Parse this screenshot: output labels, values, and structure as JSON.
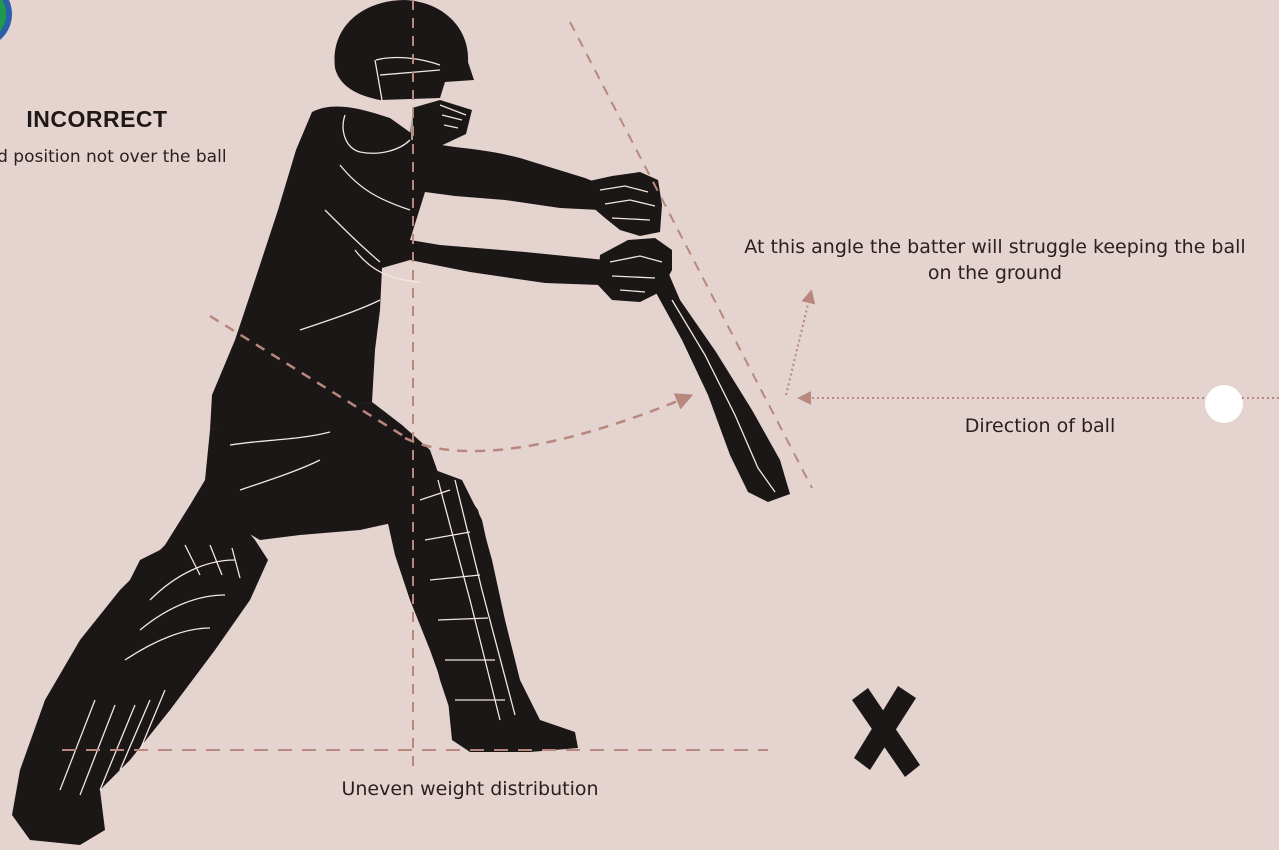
{
  "verdict": {
    "title": "INCORRECT",
    "description": "Head position not over the ball"
  },
  "annotations": {
    "bat_angle": "At this angle the batter will struggle keeping the ball on the ground",
    "ball_direction": "Direction of ball",
    "weight": "Uneven weight distribution"
  },
  "colors": {
    "background": "#e4d3cf",
    "silhouette": "#1b1717",
    "guide_line": "#b8877d",
    "outline": "#f1e6e2",
    "ball": "#ffffff",
    "cross": "#1b1717",
    "badge": "#1f9a4a"
  },
  "icons": {
    "badge": "circle-badge-icon",
    "cross": "cross-mark-icon",
    "ball": "cricket-ball-icon"
  }
}
